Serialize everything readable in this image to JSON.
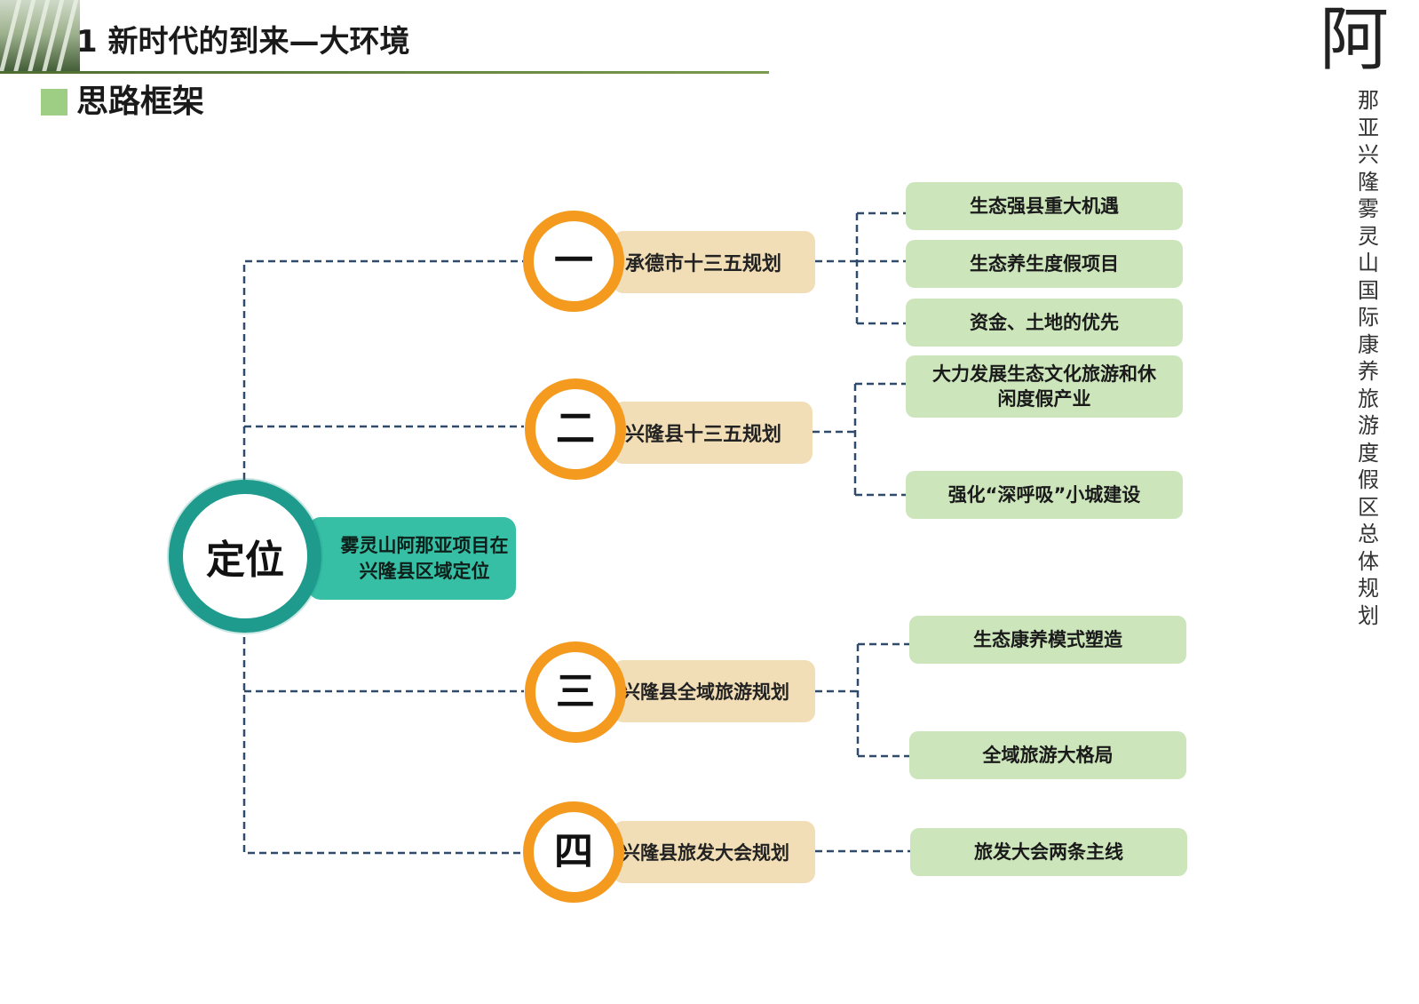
{
  "header": {
    "title": "1 新时代的到来—大环境",
    "section_title": "思路框架",
    "side_logo": "阿",
    "side_text": "那亚兴隆雾灵山国际康养旅游度假区总体规划"
  },
  "center": {
    "label": "定位",
    "description": "雾灵山阿那亚项目在兴隆县区域定位"
  },
  "branches": [
    {
      "number": "一",
      "label": "承德市十三五规划",
      "leaves": [
        "生态强县重大机遇",
        "生态养生度假项目",
        "资金、土地的优先"
      ]
    },
    {
      "number": "二",
      "label": "兴隆县十三五规划",
      "leaves": [
        "大力发展生态文化旅游和休闲度假产业",
        "强化“深呼吸”小城建设"
      ]
    },
    {
      "number": "三",
      "label": "兴隆县全域旅游规划",
      "leaves": [
        "生态康养模式塑造",
        "全域旅游大格局"
      ]
    },
    {
      "number": "四",
      "label": "兴隆县旅发大会规划",
      "leaves": [
        "旅发大会两条主线"
      ]
    }
  ],
  "colors": {
    "center_ring": "#1e9b8c",
    "center_label_bg": "#36bfa5",
    "branch_ring": "#f39a1f",
    "branch_label_bg": "#f1ddb6",
    "leaf_bg": "#cce5bb",
    "connector": "#2f4a6b",
    "section_marker": "#9ecd84"
  }
}
